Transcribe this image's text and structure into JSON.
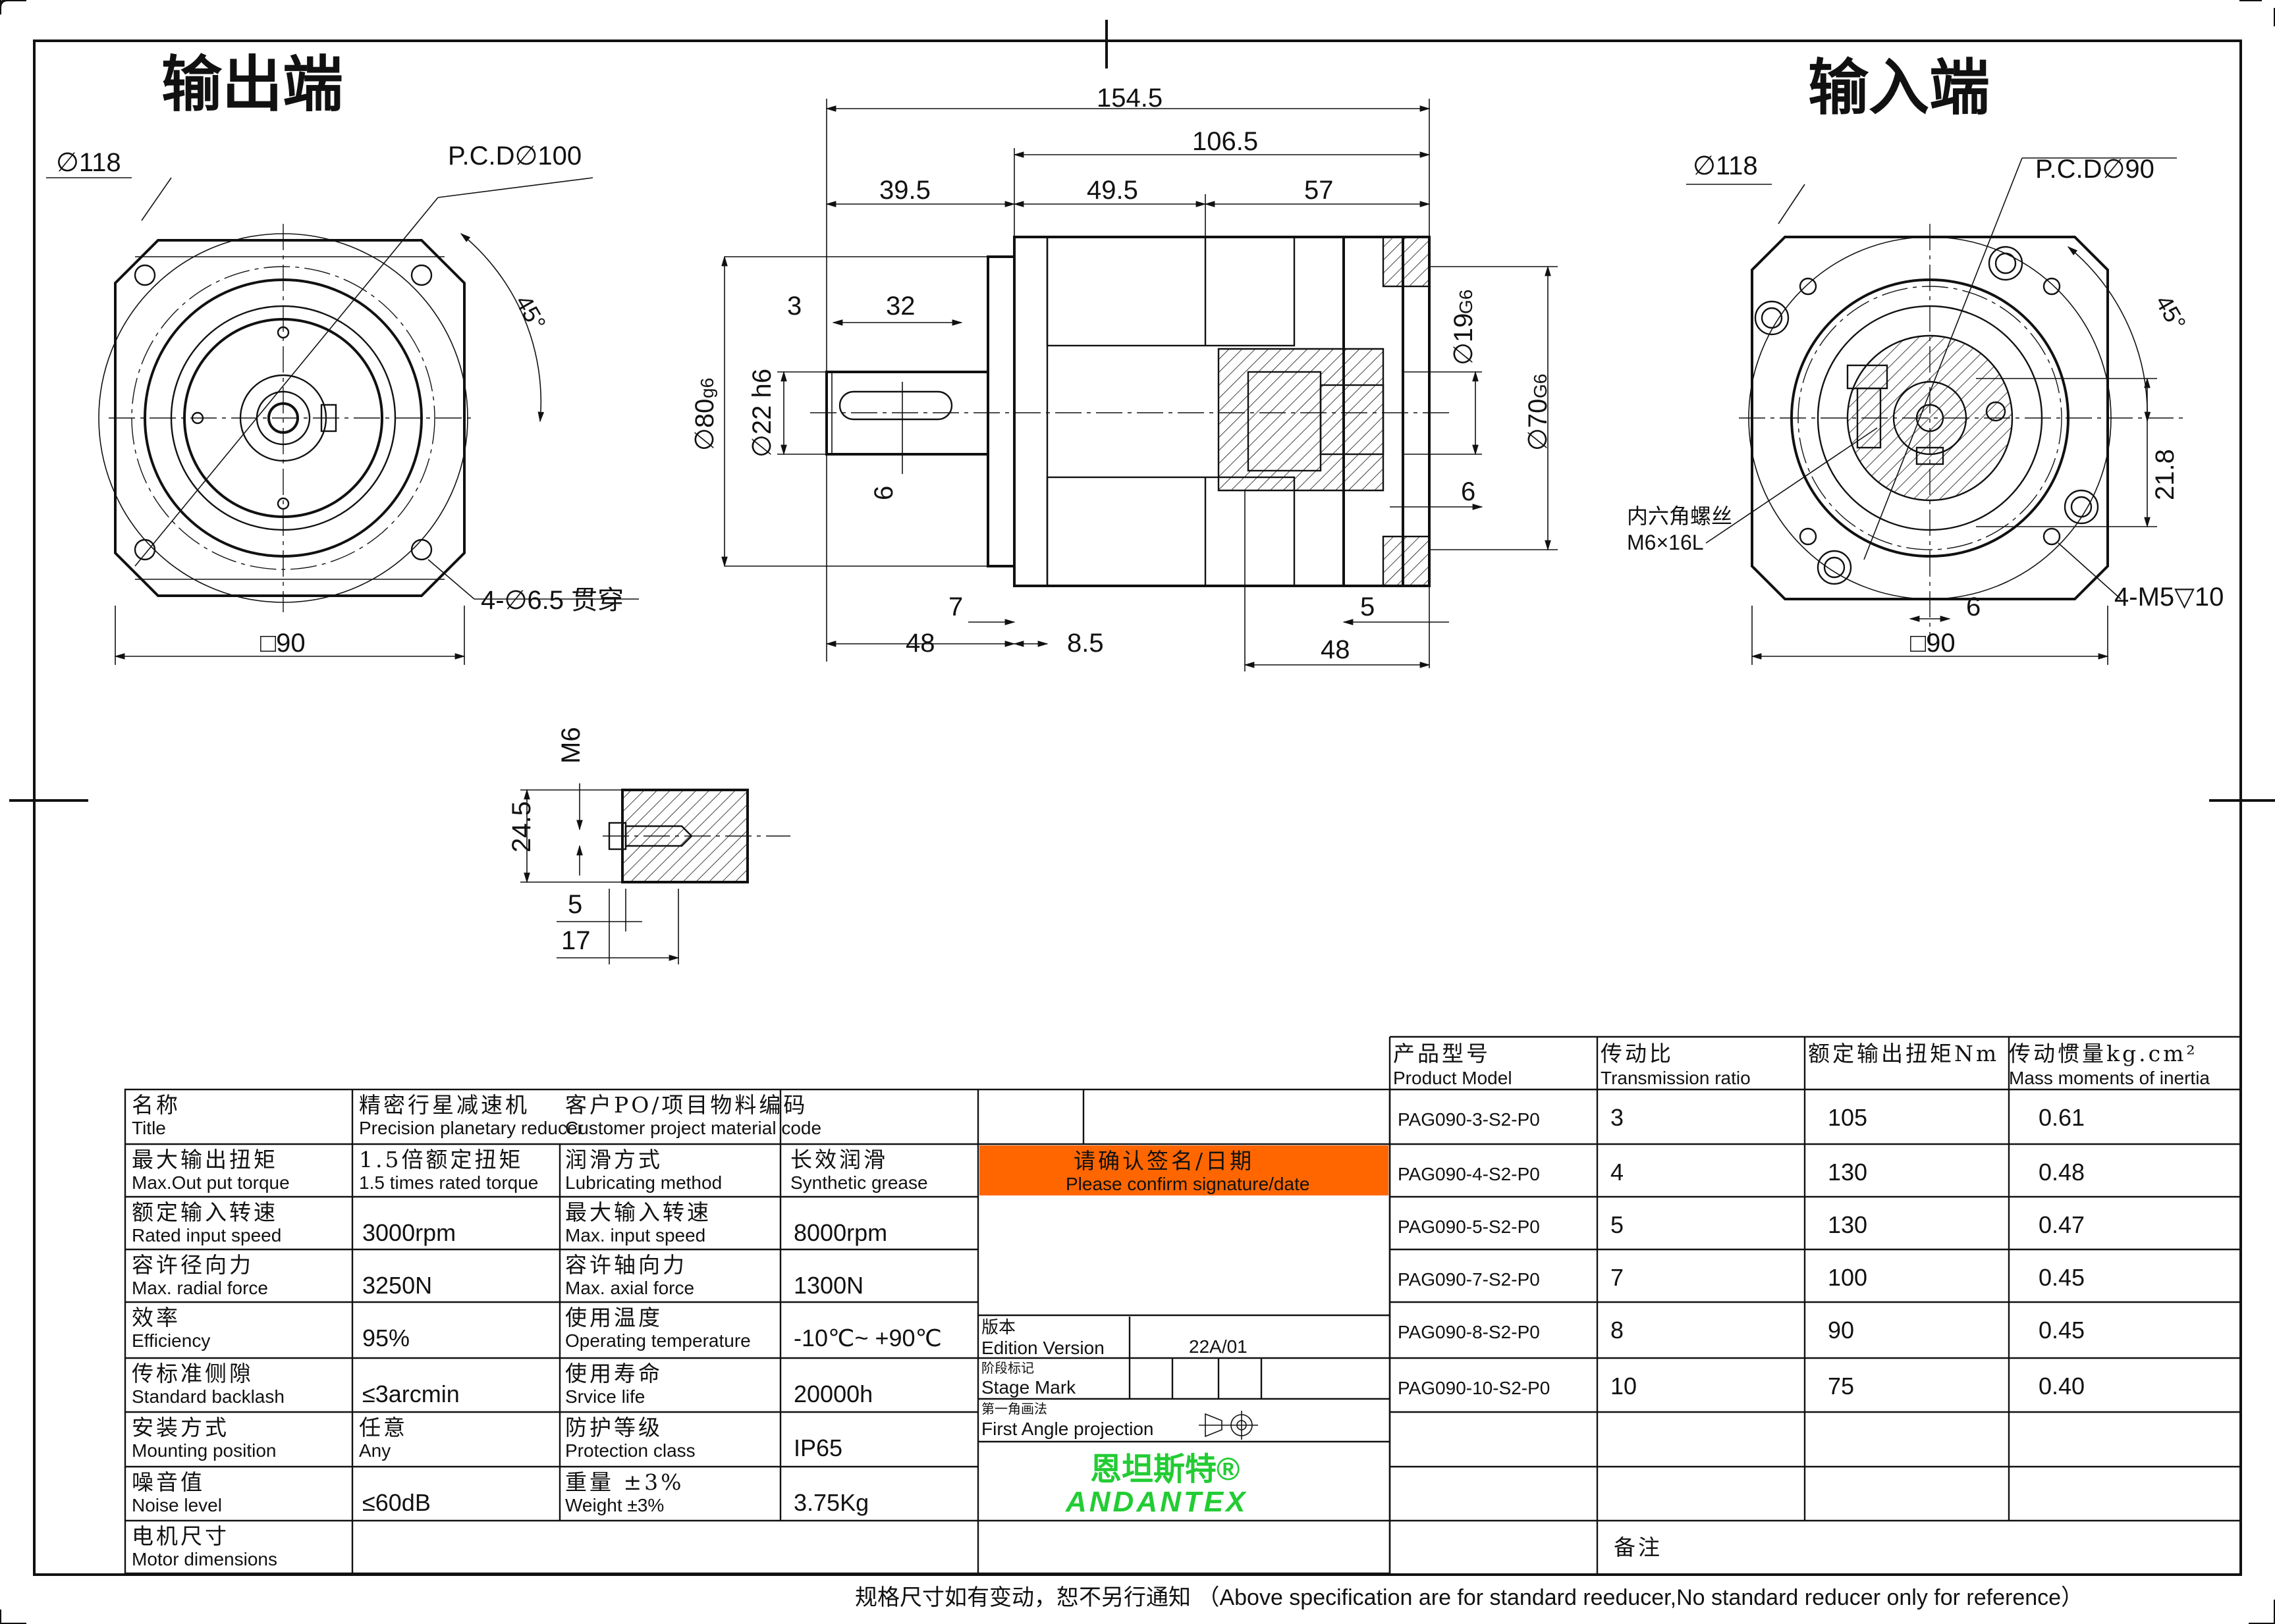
{
  "titles": {
    "output_end": "输出端",
    "input_end": "输入端"
  },
  "dims": {
    "out_dia": "∅118",
    "out_pcd": "P.C.D∅100",
    "out_angle": "45°",
    "out_holes": "4-∅6.5 贯穿",
    "out_square": "□90",
    "total_len": "154.5",
    "body_len": "106.5",
    "shaft_len": "39.5",
    "len_49_5": "49.5",
    "len_57": "57",
    "len_3": "3",
    "len_32": "32",
    "dia_80": "∅80",
    "dia_80_tol": "g6",
    "dia_22": "∅22 h6",
    "key_6": "6",
    "dia_19": "∅19",
    "dia_19_tol": "G6",
    "dia_70": "∅70",
    "dia_70_tol": "G6",
    "len_6_right": "6",
    "len_7": "7",
    "len_48_left": "48",
    "len_8_5": "8.5",
    "len_5": "5",
    "len_48_right": "48",
    "in_dia": "∅118",
    "in_pcd": "P.C.D∅90",
    "in_angle": "45°",
    "screw_cn": "内六角螺丝",
    "screw_en": "M6×16L",
    "in_21_8": "21.8",
    "in_6": "6",
    "in_holes": "4-M5▽10",
    "in_square": "□90",
    "det_m6": "M6",
    "det_24_5": "24.5",
    "det_5": "5",
    "det_17": "17"
  },
  "spec_rows": [
    {
      "cn1": "名称",
      "en1": "Title",
      "cn2": "精密行星减速机",
      "en2": "Precision planetary reducer",
      "cn3": "客户PO/项目物料编码",
      "en3": "Customer project material code",
      "v4": ""
    },
    {
      "cn1": "最大输出扭矩",
      "en1": "Max.Out put torque",
      "cn2": "1.5倍额定扭矩",
      "en2": "1.5 times rated torque",
      "cn3": "润滑方式",
      "en3": "Lubricating method",
      "cn4": "长效润滑",
      "en4": "Synthetic grease"
    },
    {
      "cn1": "额定输入转速",
      "en1": "Rated input speed",
      "v2": "3000rpm",
      "cn3": "最大输入转速",
      "en3": "Max. input speed",
      "v4": "8000rpm"
    },
    {
      "cn1": "容许径向力",
      "en1": "Max. radial force",
      "v2": "3250N",
      "cn3": "容许轴向力",
      "en3": "Max. axial force",
      "v4": "1300N"
    },
    {
      "cn1": "效率",
      "en1": "Efficiency",
      "v2": "95%",
      "cn3": "使用温度",
      "en3": "Operating temperature",
      "v4": "-10℃~ +90℃"
    },
    {
      "cn1": "传标准侧隙",
      "en1": "Standard backlash",
      "v2": "≤3arcmin",
      "cn3": "使用寿命",
      "en3": "Srvice life",
      "v4": "20000h"
    },
    {
      "cn1": "安装方式",
      "en1": "Mounting position",
      "cn2": "任意",
      "en2": "Any",
      "cn3": "防护等级",
      "en3": "Protection class",
      "v4": "IP65"
    },
    {
      "cn1": "噪音值",
      "en1": "Noise level",
      "v2": "≤60dB",
      "cn3": "重量 ±3%",
      "en3": "Weight ±3%",
      "v4": "3.75Kg"
    },
    {
      "cn1": "电机尺寸",
      "en1": "Motor dimensions"
    }
  ],
  "confirm": {
    "cn": "请确认签名/日期",
    "en": "Please confirm signature/date",
    "color": "#ff6600"
  },
  "edition": {
    "cn": "版本",
    "en": "Edition Version",
    "value": "22A/01"
  },
  "stage": {
    "cn": "阶段标记",
    "en": "Stage Mark"
  },
  "projection": {
    "cn": "第一角画法",
    "en": "First Angle projection"
  },
  "brand": {
    "cn": "恩坦斯特®",
    "en": "ANDANTEX",
    "color": "#22cc33"
  },
  "model_table": {
    "headers": [
      {
        "cn": "产品型号",
        "en": "Product Model"
      },
      {
        "cn": "传动比",
        "en": "Transmission ratio"
      },
      {
        "cn": "额定输出扭矩Nm",
        "en": ""
      },
      {
        "cn": "传动惯量kg.cm²",
        "en": "Mass moments of inertia"
      }
    ],
    "rows": [
      [
        "PAG090-3-S2-P0",
        "3",
        "105",
        "0.61"
      ],
      [
        "PAG090-4-S2-P0",
        "4",
        "130",
        "0.48"
      ],
      [
        "PAG090-5-S2-P0",
        "5",
        "130",
        "0.47"
      ],
      [
        "PAG090-7-S2-P0",
        "7",
        "100",
        "0.45"
      ],
      [
        "PAG090-8-S2-P0",
        "8",
        "90",
        "0.45"
      ],
      [
        "PAG090-10-S2-P0",
        "10",
        "75",
        "0.40"
      ]
    ],
    "remark": "备注"
  },
  "footer": "规格尺寸如有变动，恕不另行通知 （Above specification are for standard reeducer,No standard reducer only for reference）"
}
